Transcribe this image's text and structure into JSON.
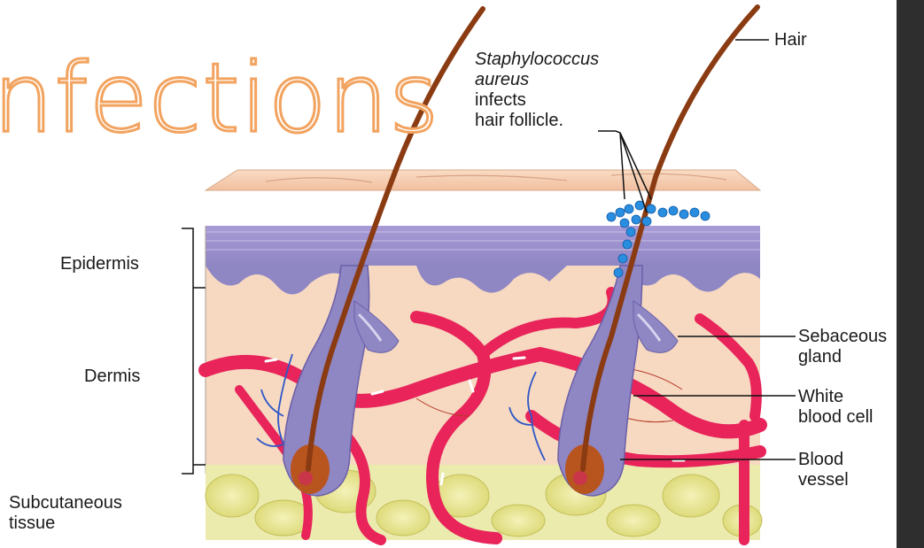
{
  "slide": {
    "title": "nfections",
    "accent_color": "#f2a35f",
    "sidebar_color": "#2e2e2e"
  },
  "diagram": {
    "labels": {
      "staph_line1": "Staphylococcus",
      "staph_line2": "aureus",
      "staph_line3": "infects",
      "staph_line4": "hair follicle.",
      "hair": "Hair",
      "epidermis": "Epidermis",
      "dermis": "Dermis",
      "subcutaneous_line1": "Subcutaneous",
      "subcutaneous_line2": "tissue",
      "sebaceous_line1": "Sebaceous",
      "sebaceous_line2": "gland",
      "wbc_line1": "White",
      "wbc_line2": "blood cell",
      "vessel_line1": "Blood",
      "vessel_line2": "vessel"
    },
    "colors": {
      "vessel": "#e8245a",
      "fat": "#e6e59a",
      "epidermis": "#9a8fc8",
      "dermis": "#f6d9c0",
      "hair": "#8a3b12",
      "bacteria": "#2a8ee0"
    }
  }
}
